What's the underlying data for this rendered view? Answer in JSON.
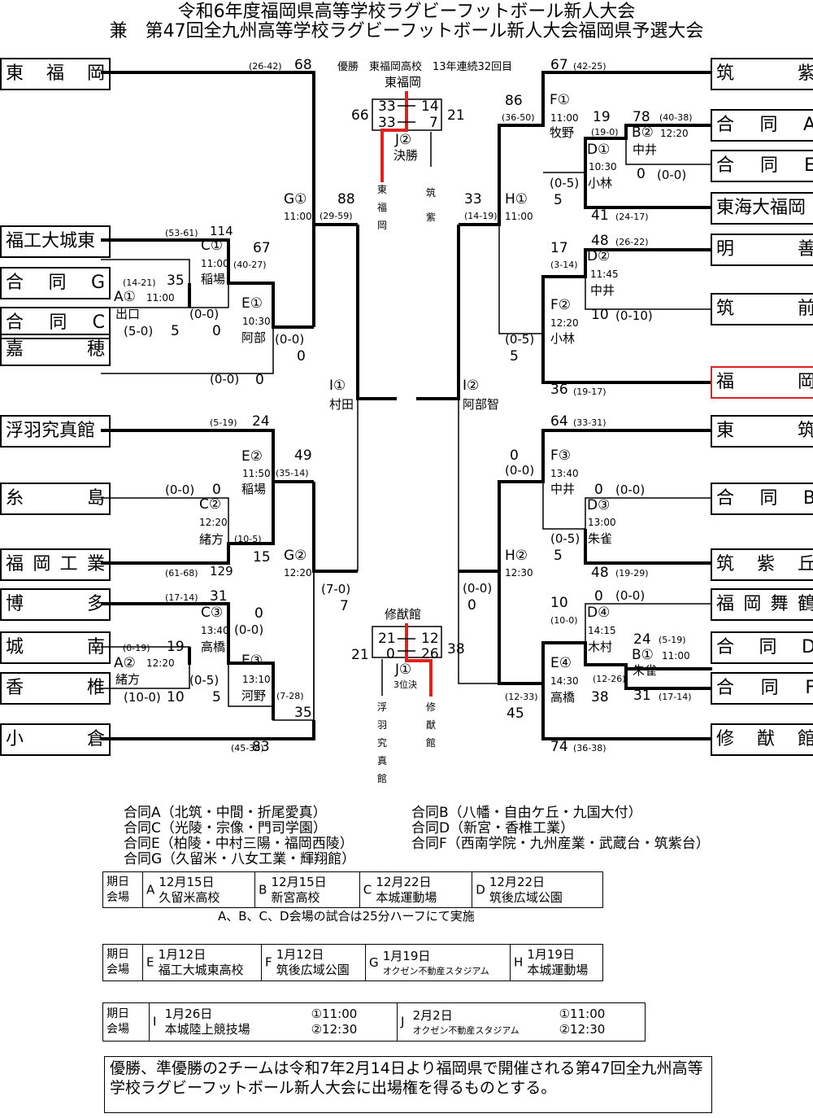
{
  "header": {
    "line1": "令和6年度福岡県高等学校ラグビーフットボール新人大会",
    "line2": "兼　第47回全九州高等学校ラグビーフットボール新人大会福岡県予選大会"
  },
  "champion": "優勝　東福岡高校　13年連続32回目",
  "final": {
    "title": "東福岡",
    "left_total": "66",
    "right_total": "21",
    "h1": [
      "33",
      "14"
    ],
    "h2": [
      "33",
      "7"
    ],
    "game": "J②",
    "label": "決勝",
    "left_team": "東福岡",
    "right_team": "筑紫"
  },
  "third": {
    "title": "修猷館",
    "left_total": "21",
    "right_total": "38",
    "h1": [
      "21",
      "12"
    ],
    "h2": [
      "0",
      "26"
    ],
    "game": "J①",
    "label": "3位決",
    "left_team": "浮羽究真館",
    "right_team": "修猷館"
  },
  "teams_left": [
    [
      "東",
      "福",
      "岡"
    ],
    [
      "福工大城東"
    ],
    [
      "合",
      "同",
      "G"
    ],
    [
      "合",
      "同",
      "C"
    ],
    [
      "嘉",
      "穂"
    ],
    [
      "浮羽究真館"
    ],
    [
      "糸",
      "島"
    ],
    [
      "福",
      "岡",
      "工",
      "業"
    ],
    [
      "博",
      "多"
    ],
    [
      "城",
      "南"
    ],
    [
      "香",
      "椎"
    ],
    [
      "小",
      "倉"
    ]
  ],
  "teams_right": [
    [
      "筑",
      "紫"
    ],
    [
      "合",
      "同",
      "A"
    ],
    [
      "合",
      "同",
      "E"
    ],
    [
      "東海大福岡"
    ],
    [
      "明",
      "善"
    ],
    [
      "筑",
      "前"
    ],
    [
      "福",
      "岡"
    ],
    [
      "東",
      "筑"
    ],
    [
      "合",
      "同",
      "B"
    ],
    [
      "筑",
      "紫",
      "丘"
    ],
    [
      "福",
      "岡",
      "舞",
      "鶴"
    ],
    [
      "合",
      "同",
      "D"
    ],
    [
      "合",
      "同",
      "F"
    ],
    [
      "修",
      "猷",
      "館"
    ]
  ],
  "labels": [
    [
      "(26-42)",
      306,
      76,
      "xs"
    ],
    [
      "68",
      362,
      72,
      "b"
    ],
    [
      "(53-61)",
      203,
      281,
      "xs"
    ],
    [
      "114",
      258,
      277,
      "s"
    ],
    [
      "C①",
      247,
      294,
      "b"
    ],
    [
      "11:00",
      247,
      318,
      "m"
    ],
    [
      "稲場",
      247,
      336,
      "s"
    ],
    [
      "67",
      311,
      297,
      "b"
    ],
    [
      "(40-27)",
      287,
      320,
      "xs"
    ],
    [
      "(14-21)",
      151,
      342,
      "xs"
    ],
    [
      "35",
      205,
      337,
      "b"
    ],
    [
      "A①",
      140,
      357,
      "b"
    ],
    [
      "11:00",
      180,
      360,
      "m"
    ],
    [
      "出口",
      142,
      379,
      "s"
    ],
    [
      "(0-0)",
      233,
      379,
      "s"
    ],
    [
      "(5-0)",
      152,
      400,
      "s"
    ],
    [
      "5",
      210,
      399,
      "b"
    ],
    [
      "0",
      261,
      399,
      "b"
    ],
    [
      "E①",
      297,
      365,
      "b"
    ],
    [
      "10:30",
      298,
      389,
      "m"
    ],
    [
      "阿部",
      297,
      408,
      "s"
    ],
    [
      "(0-0)",
      338,
      410,
      "s"
    ],
    [
      "0",
      365,
      430,
      "b"
    ],
    [
      "(0-0)",
      258,
      459,
      "s"
    ],
    [
      "0",
      314,
      459,
      "b"
    ],
    [
      "G①",
      349,
      237,
      "b"
    ],
    [
      "11:00",
      349,
      260,
      "m"
    ],
    [
      "88",
      415,
      237,
      "b"
    ],
    [
      "(29-59)",
      393,
      260,
      "xs"
    ],
    [
      "I①",
      405,
      466,
      "b"
    ],
    [
      "村田",
      405,
      490,
      "s"
    ],
    [
      "I②",
      569,
      466,
      "b"
    ],
    [
      "阿部智",
      569,
      490,
      "s"
    ],
    [
      "(5-19)",
      258,
      514,
      "xs"
    ],
    [
      "24",
      310,
      510,
      "b"
    ],
    [
      "E②",
      297,
      553,
      "b"
    ],
    [
      "11:50",
      298,
      576,
      "m"
    ],
    [
      "49",
      362,
      552,
      "b"
    ],
    [
      "(35-14)",
      339,
      576,
      "xs"
    ],
    [
      "稲場",
      297,
      594,
      "s"
    ],
    [
      "(0-0)",
      203,
      595,
      "s"
    ],
    [
      "0",
      261,
      594,
      "b"
    ],
    [
      "C②",
      245,
      612,
      "b"
    ],
    [
      "12:20",
      245,
      636,
      "m"
    ],
    [
      "緒方",
      245,
      656,
      "s"
    ],
    [
      "(10-5)",
      288,
      657,
      "xs"
    ],
    [
      "15",
      311,
      677,
      "b"
    ],
    [
      "G②",
      349,
      675,
      "b"
    ],
    [
      "12:20",
      349,
      698,
      "m"
    ],
    [
      "(61-68)",
      203,
      699,
      "xs"
    ],
    [
      "129",
      258,
      695,
      "s"
    ],
    [
      "(7-0)",
      395,
      717,
      "s"
    ],
    [
      "7",
      418,
      737,
      "b"
    ],
    [
      "(17-14)",
      203,
      729,
      "xs"
    ],
    [
      "31",
      258,
      725,
      "b"
    ],
    [
      "C③",
      247,
      745,
      "b"
    ],
    [
      "0",
      313,
      746,
      "b"
    ],
    [
      "13:40",
      247,
      769,
      "m"
    ],
    [
      "(0-0)",
      288,
      767,
      "s"
    ],
    [
      "高橋",
      247,
      788,
      "s"
    ],
    [
      "(0-19)",
      151,
      791,
      "xs"
    ],
    [
      "19",
      205,
      787,
      "b"
    ],
    [
      "A②",
      140,
      807,
      "b"
    ],
    [
      "12:20",
      180,
      809,
      "m"
    ],
    [
      "緒方",
      142,
      828,
      "s"
    ],
    [
      "(0-5)",
      233,
      829,
      "s"
    ],
    [
      "E③",
      297,
      804,
      "b"
    ],
    [
      "13:10",
      298,
      829,
      "m"
    ],
    [
      "河野",
      297,
      848,
      "s"
    ],
    [
      "(10-0)",
      152,
      850,
      "s"
    ],
    [
      "10",
      205,
      849,
      "b"
    ],
    [
      "5",
      261,
      849,
      "b"
    ],
    [
      "(7-28)",
      340,
      850,
      "xs"
    ],
    [
      "35",
      362,
      868,
      "b"
    ],
    [
      "(45-38)",
      284,
      914,
      "xs"
    ],
    [
      "83",
      310,
      910,
      "b"
    ],
    [
      "67",
      677,
      72,
      "b"
    ],
    [
      "(42-25)",
      705,
      76,
      "xs"
    ],
    [
      "86",
      621,
      116,
      "b"
    ],
    [
      "F①",
      676,
      115,
      "b"
    ],
    [
      "(36-50)",
      617,
      139,
      "xs"
    ],
    [
      "11:00",
      677,
      139,
      "m"
    ],
    [
      "牧野",
      676,
      156,
      "s"
    ],
    [
      "19",
      729,
      136,
      "b"
    ],
    [
      "78",
      778,
      136,
      "b"
    ],
    [
      "(40-38)",
      811,
      139,
      "xs"
    ],
    [
      "B②",
      777,
      155,
      "b"
    ],
    [
      "12:20",
      812,
      158,
      "m"
    ],
    [
      "(19-0)",
      727,
      157,
      "xs"
    ],
    [
      "D①",
      722,
      176,
      "b"
    ],
    [
      "中井",
      778,
      177,
      "s"
    ],
    [
      "10:30",
      724,
      199,
      "m"
    ],
    [
      "0",
      783,
      206,
      "b"
    ],
    [
      "(0-0)",
      808,
      208,
      "s"
    ],
    [
      "(0-5)",
      676,
      218,
      "s"
    ],
    [
      "小林",
      723,
      218,
      "s"
    ],
    [
      "5",
      681,
      238,
      "b"
    ],
    [
      "33",
      571,
      237,
      "b"
    ],
    [
      "H①",
      621,
      237,
      "b"
    ],
    [
      "(14-19)",
      571,
      260,
      "xs"
    ],
    [
      "11:00",
      621,
      260,
      "m"
    ],
    [
      "41",
      727,
      257,
      "b"
    ],
    [
      "(24-17)",
      757,
      261,
      "xs"
    ],
    [
      "17",
      677,
      297,
      "b"
    ],
    [
      "48",
      727,
      288,
      "b"
    ],
    [
      "(26-22)",
      757,
      292,
      "xs"
    ],
    [
      "D②",
      722,
      307,
      "b"
    ],
    [
      "(3-14)",
      677,
      320,
      "xs"
    ],
    [
      "11:45",
      726,
      331,
      "m"
    ],
    [
      "中井",
      726,
      350,
      "s"
    ],
    [
      "F②",
      677,
      367,
      "b"
    ],
    [
      "10",
      727,
      379,
      "b"
    ],
    [
      "(0-10)",
      757,
      381,
      "s"
    ],
    [
      "12:20",
      677,
      391,
      "m"
    ],
    [
      "小林",
      677,
      409,
      "s"
    ],
    [
      "(0-5)",
      621,
      410,
      "s"
    ],
    [
      "5",
      627,
      430,
      "b"
    ],
    [
      "36",
      677,
      471,
      "b"
    ],
    [
      "(19-17)",
      705,
      476,
      "xs"
    ],
    [
      "64",
      677,
      510,
      "b"
    ],
    [
      "(33-31)",
      705,
      514,
      "xs"
    ],
    [
      "0",
      627,
      552,
      "b"
    ],
    [
      "F③",
      677,
      552,
      "b"
    ],
    [
      "(0-0)",
      621,
      571,
      "s"
    ],
    [
      "13:40",
      677,
      576,
      "m"
    ],
    [
      "中井",
      677,
      594,
      "s"
    ],
    [
      "0",
      731,
      594,
      "b"
    ],
    [
      "(0-0)",
      757,
      595,
      "s"
    ],
    [
      "D③",
      722,
      613,
      "b"
    ],
    [
      "13:00",
      723,
      636,
      "m"
    ],
    [
      "朱雀",
      723,
      655,
      "s"
    ],
    [
      "(0-5)",
      677,
      655,
      "s"
    ],
    [
      "5",
      681,
      675,
      "b"
    ],
    [
      "H②",
      621,
      675,
      "b"
    ],
    [
      "12:30",
      621,
      698,
      "m"
    ],
    [
      "48",
      727,
      696,
      "b"
    ],
    [
      "(19-29)",
      757,
      699,
      "xs"
    ],
    [
      "(0-0)",
      569,
      716,
      "s"
    ],
    [
      "0",
      575,
      736,
      "b"
    ],
    [
      "10",
      677,
      733,
      "b"
    ],
    [
      "0",
      731,
      725,
      "b"
    ],
    [
      "(0-0)",
      757,
      725,
      "s"
    ],
    [
      "D④",
      722,
      745,
      "b"
    ],
    [
      "(10-0)",
      677,
      757,
      "xs"
    ],
    [
      "14:15",
      723,
      769,
      "m"
    ],
    [
      "木村",
      723,
      788,
      "s"
    ],
    [
      "24",
      779,
      778,
      "b"
    ],
    [
      "(5-19)",
      810,
      781,
      "xs"
    ],
    [
      "B①",
      777,
      797,
      "b"
    ],
    [
      "11:00",
      814,
      800,
      "m"
    ],
    [
      "朱雀",
      778,
      817,
      "s"
    ],
    [
      "E④",
      677,
      807,
      "b"
    ],
    [
      "(12-26)",
      729,
      829,
      "xs"
    ],
    [
      "14:30",
      677,
      831,
      "m"
    ],
    [
      "高橋",
      677,
      850,
      "s"
    ],
    [
      "38",
      727,
      849,
      "b"
    ],
    [
      "31",
      779,
      847,
      "b"
    ],
    [
      "(17-14)",
      810,
      851,
      "xs"
    ],
    [
      "(12-33)",
      621,
      851,
      "xs"
    ],
    [
      "45",
      623,
      869,
      "b"
    ],
    [
      "74",
      677,
      910,
      "b"
    ],
    [
      "(36-38)",
      705,
      914,
      "xs"
    ]
  ],
  "notes_left": [
    "合同A（北筑・中間・折尾愛真）",
    "合同C（光陵・宗像・門司学園）",
    "合同E（柏陵・中村三陽・福岡西陵）",
    "合同G（久留米・八女工業・輝翔館）"
  ],
  "notes_right": [
    "合同B（八幡・自由ケ丘・九国大付）",
    "合同D（新宮・香椎工業）",
    "合同F（西南学院・九州産業・武蔵台・筑紫台）"
  ],
  "sched1": {
    "head": [
      "期日",
      "会場"
    ],
    "cells": [
      [
        "A",
        "12月15日",
        "久留米高校"
      ],
      [
        "B",
        "12月15日",
        "新宮高校"
      ],
      [
        "C",
        "12月22日",
        "本城運動場"
      ],
      [
        "D",
        "12月22日",
        "筑後広域公園"
      ]
    ],
    "note": "A、B、C、D会場の試合は25分ハーフにて実施"
  },
  "sched2": {
    "head": [
      "期日",
      "会場"
    ],
    "cells": [
      [
        "E",
        "1月12日",
        "福工大城東高校"
      ],
      [
        "F",
        "1月12日",
        "筑後広域公園"
      ],
      [
        "G",
        "1月19日",
        "オクゼン不動産スタジアム"
      ],
      [
        "H",
        "1月19日",
        "本城運動場"
      ]
    ]
  },
  "sched3": {
    "head": [
      "期日",
      "会場"
    ],
    "cells": [
      [
        "I",
        "1月26日",
        "本城陸上競技場",
        "①11:00",
        "②12:30"
      ],
      [
        "J",
        "2月2日",
        "オクゼン不動産スタジアム",
        "①11:00",
        "②12:30"
      ]
    ]
  },
  "footer": "優勝、準優勝の2チームは令和7年2月14日より福岡県で開催される第47回全九州高等学校ラグビーフットボール新人大会に出場権を得るものとする。",
  "colors": {
    "highlight": "#e02020",
    "line": "#000000"
  }
}
